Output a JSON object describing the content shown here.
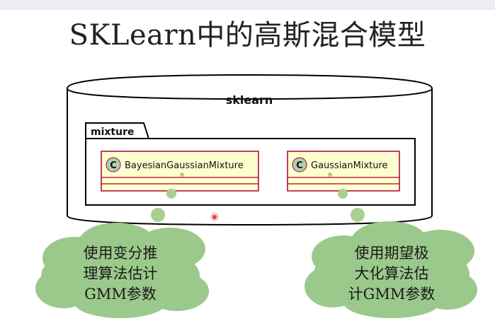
{
  "title": "SKLearn中的高斯混合模型",
  "package": {
    "label": "sklearn"
  },
  "subpackage": {
    "label": "mixture"
  },
  "classes": [
    {
      "stereotype": "C",
      "name": "BayesianGaussianMixture"
    },
    {
      "stereotype": "C",
      "name": "GaussianMixture"
    }
  ],
  "notes": [
    {
      "lines": [
        "使用变分推",
        "理算法估计",
        "GMM参数"
      ]
    },
    {
      "lines": [
        "使用期望极",
        "大化算法估",
        "计GMM参数"
      ]
    }
  ],
  "colors": {
    "class_fill": "#fefece",
    "class_border": "#a80036",
    "stereotype_circle": "#add1b2",
    "cloud_fill": "#9bc98b",
    "lollipop": "#a9d18e",
    "pointer": "#e8413a"
  }
}
